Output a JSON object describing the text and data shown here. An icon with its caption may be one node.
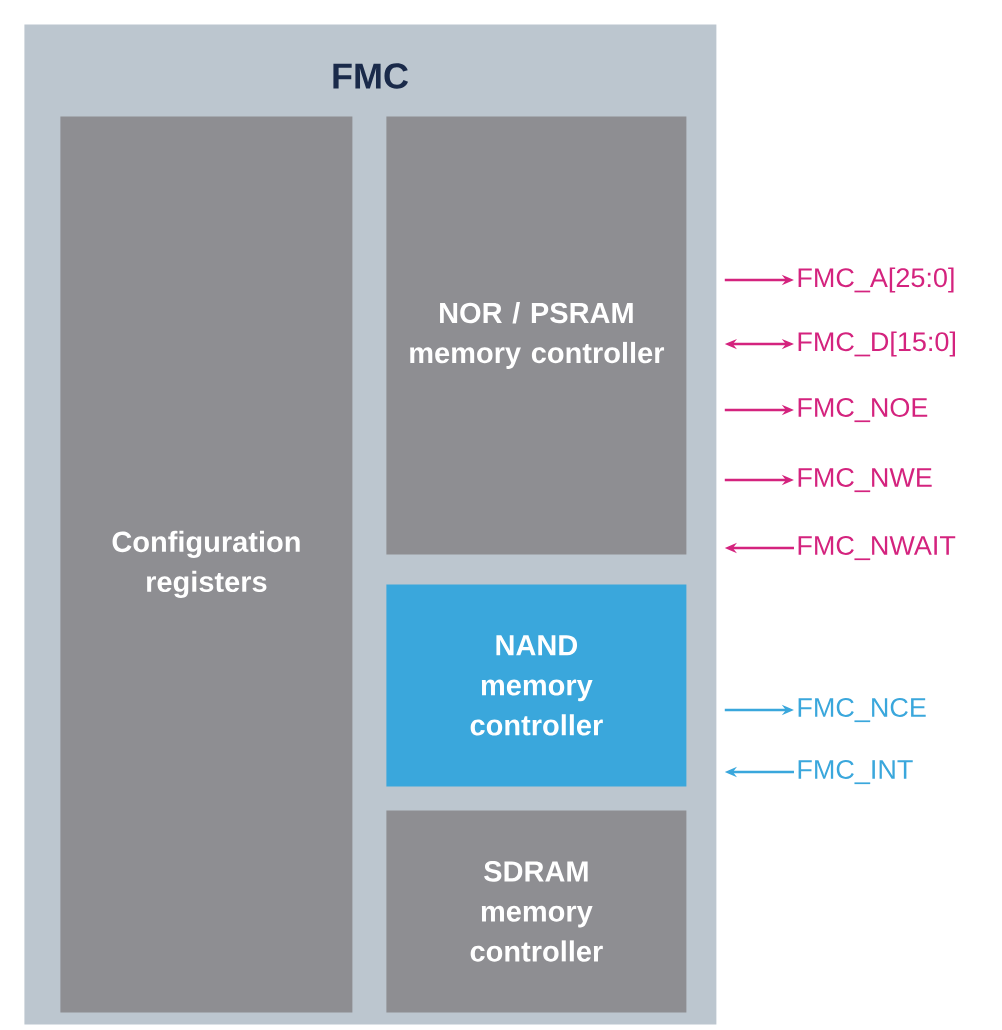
{
  "diagram": {
    "nodes": [
      {
        "text": [
          "FMC"
        ]
      },
      {
        "text": [
          "Configuration registers"
        ],
        "in": 0
      },
      {
        "text": [
          "NOR / PSRAM memory controller"
        ],
        "in": 0
      },
      {
        "text": [
          "NAND memory controller"
        ],
        "in": 0
      },
      {
        "text": [
          "SDRAM memory controller"
        ],
        "in": 0
      },
      {
        "text": [
          "FMC_A[25:0]"
        ]
      },
      {
        "text": [
          "FMC_D[15:0]"
        ]
      },
      {
        "text": [
          "FMC_NOE"
        ]
      },
      {
        "text": [
          "FMC_NWE"
        ]
      },
      {
        "text": [
          "FMC_NWAIT"
        ]
      },
      {
        "text": [
          "FMC_NCE"
        ]
      },
      {
        "text": [
          "FMC_INT"
        ]
      }
    ],
    "edges": [
      {
        "from": 0,
        "to": 5,
        "arrow": "to"
      },
      {
        "from": 0,
        "to": 6,
        "arrow": "both"
      },
      {
        "from": 0,
        "to": 7,
        "arrow": "to"
      },
      {
        "from": 0,
        "to": 8,
        "arrow": "to"
      },
      {
        "from": 9,
        "to": 0,
        "arrow": "to"
      },
      {
        "from": 0,
        "to": 10,
        "arrow": "to",
        "color": "#3aa7dc"
      },
      {
        "from": 11,
        "to": 0,
        "arrow": "to",
        "color": "#3aa7dc"
      }
    ]
  }
}
